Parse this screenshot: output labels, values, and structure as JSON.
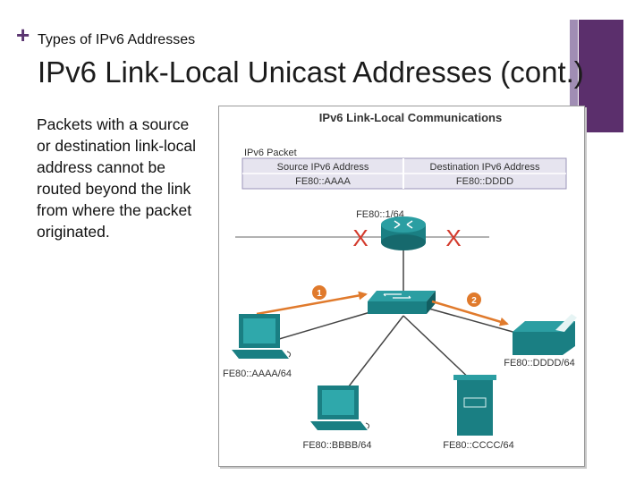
{
  "slide": {
    "section_title": "Types of IPv6 Addresses",
    "title": "IPv6 Link-Local Unicast Addresses (cont.)",
    "body": "Packets with a source or destination link-local address cannot be routed beyond the link from where the packet originated."
  },
  "diagram": {
    "title": "IPv6 Link-Local Communications",
    "packet_label": "IPv6 Packet",
    "source_header": "Source IPv6 Address",
    "source_value": "FE80::AAAA",
    "dest_header": "Destination IPv6 Address",
    "dest_value": "FE80::DDDD",
    "router_label": "FE80::1/64",
    "blocked_mark": "X",
    "step1": "1",
    "step2": "2",
    "host_left_label": "FE80::AAAA/64",
    "host_bottom_label": "FE80::BBBB/64",
    "server_label": "FE80::CCCC/64",
    "printer_label": "FE80::DDDD/64",
    "colors": {
      "accent": "#5b2f6c",
      "device_teal": "#1a7f83",
      "arrow_orange": "#e07a2c",
      "blocked_red": "#d33a2c",
      "packet_fill": "#e6e4ef"
    }
  }
}
